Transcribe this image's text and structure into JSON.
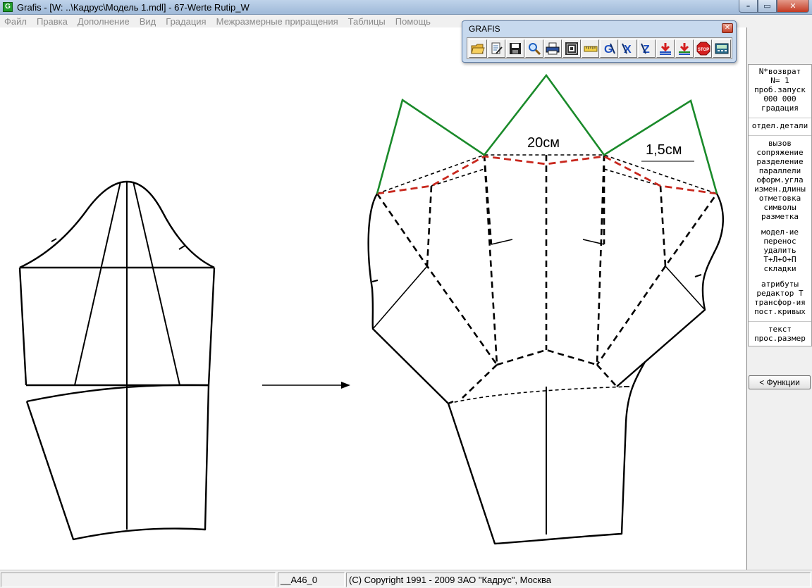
{
  "window": {
    "title": "Grafis - [W: ..\\Кадрус\\Модель 1.mdl] - 67-Werte Rutip_W",
    "app_icon_letter": "G",
    "min_glyph": "–",
    "max_glyph": "▭",
    "close_glyph": "✕"
  },
  "menu": [
    "Файл",
    "Правка",
    "Дополнение",
    "Вид",
    "Градация",
    "Межразмерные приращения",
    "Таблицы",
    "Помощь"
  ],
  "toolbar": {
    "title": "GRAFIS",
    "close_glyph": "✕",
    "buttons": [
      {
        "icon": "open-folder-icon",
        "color": "#d9a520"
      },
      {
        "icon": "document-edit-icon",
        "color": "#3a6ea5"
      },
      {
        "icon": "save-disk-icon",
        "color": "#202020"
      },
      {
        "icon": "magnifier-icon",
        "color": "#1d5fbf"
      },
      {
        "icon": "printer-icon",
        "color": "#2a4f9a"
      },
      {
        "icon": "layers-icon",
        "color": "#303030"
      },
      {
        "icon": "ruler-icon",
        "color": "#c8a000"
      },
      {
        "icon": "grading-g-icon",
        "color": "#1d4fbf"
      },
      {
        "icon": "grading-x-icon",
        "color": "#1d4fbf"
      },
      {
        "icon": "grading-z-icon",
        "color": "#1d4fbf"
      },
      {
        "icon": "import-arrow-icon",
        "color": "#d42020"
      },
      {
        "icon": "export-arrow-icon",
        "color": "#1a8a1a"
      },
      {
        "icon": "stop-icon",
        "color": "#d42020",
        "text": "STOP"
      },
      {
        "icon": "calculator-icon",
        "color": "#2a6a8a"
      }
    ]
  },
  "drawing": {
    "arrow": "→",
    "dimension_20": "20см",
    "dimension_15": "1,5см",
    "colors": {
      "outline": "#000000",
      "green": "#1a8a2a",
      "red": "#c8281e"
    }
  },
  "right_panel": {
    "groups": [
      [
        "N*возврат",
        "N=  1",
        "проб.запуск",
        "000 000",
        "градация"
      ],
      [
        "отдел.детали"
      ],
      [
        "вызов",
        "сопряжение",
        "разделение",
        "параллели",
        "оформ.угла",
        "измен.длины",
        "отметовка",
        "символы",
        "разметка"
      ],
      [
        "модел-ие",
        "перенос",
        "удалить",
        "Т+Л+О+П",
        "складки"
      ],
      [
        "атрибуты",
        "редактор Т",
        "трансфор-ия",
        "пост.кривых"
      ],
      [
        "текст",
        "прос.размер"
      ]
    ],
    "functions_button": "< Функции"
  },
  "status": {
    "code": "__А46_0",
    "copyright": "(C) Copyright 1991 - 2009 ЗАО \"Кадрус\", Москва"
  }
}
